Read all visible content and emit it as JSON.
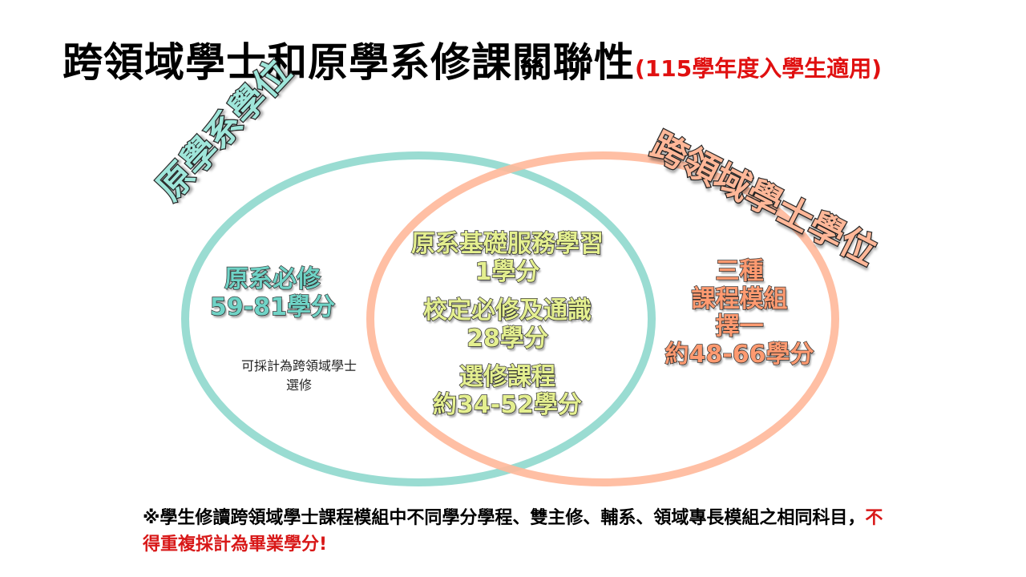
{
  "title": {
    "main": "跨領域學士和原學系修課關聯性",
    "sub": "(115學年度入學生適用)"
  },
  "left_circle": {
    "label": "原學系學位",
    "required_title": "原系必修",
    "required_credits": "59-81學分",
    "note": "可採計為跨領域學士選修",
    "color": "#8fd8cd"
  },
  "overlap": {
    "items": [
      {
        "name": "原系基礎服務學習",
        "credits": "1學分"
      },
      {
        "name": "校定必修及通識",
        "credits": "28學分"
      },
      {
        "name": "選修課程",
        "credits": "約34-52學分"
      }
    ]
  },
  "right_circle": {
    "label": "跨領域學士學位",
    "lines": [
      "三種",
      "課程模組",
      "擇一",
      "約48-66學分"
    ],
    "color": "#ffb89a"
  },
  "footer": {
    "text": "※學生修讀跨領域學士課程模組中不同學分學程、雙主修、輔系、領域專長模組之相同科目，",
    "highlight": "不得重複採計為畢業學分!",
    "highlight_color": "#d81818"
  }
}
